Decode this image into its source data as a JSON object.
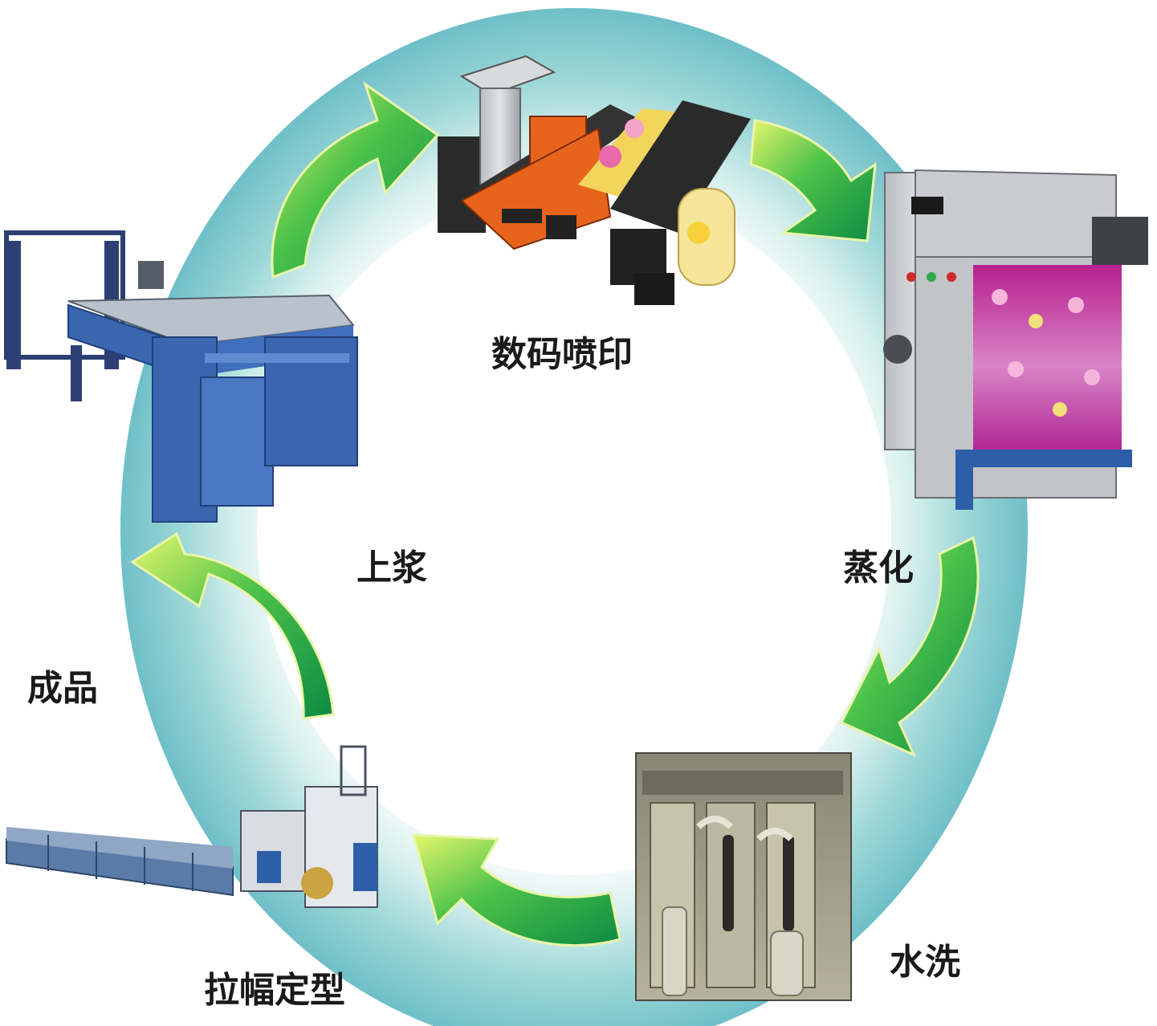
{
  "colors": {
    "ring_outer": "#8fd3d6",
    "ring_inner": "#ffffff",
    "arrow_light": "#d8f25a",
    "arrow_dark": "#10963f",
    "machine_blue": "#2d5fa8",
    "machine_orange": "#e8641c",
    "fabric_magenta": "#c2279a"
  },
  "steps": {
    "print": {
      "label": "数码喷印",
      "icon": "digital-printer-icon"
    },
    "steam": {
      "label": "蒸化",
      "icon": "steamer-icon"
    },
    "wash": {
      "label": "水洗",
      "icon": "washing-tank-icon"
    },
    "stenter": {
      "label": "拉幅定型",
      "icon": "stenter-machine-icon"
    },
    "finish": {
      "label": "成品",
      "icon": "finished-product-icon"
    },
    "size": {
      "label": "上浆",
      "icon": "sizing-machine-icon"
    }
  }
}
